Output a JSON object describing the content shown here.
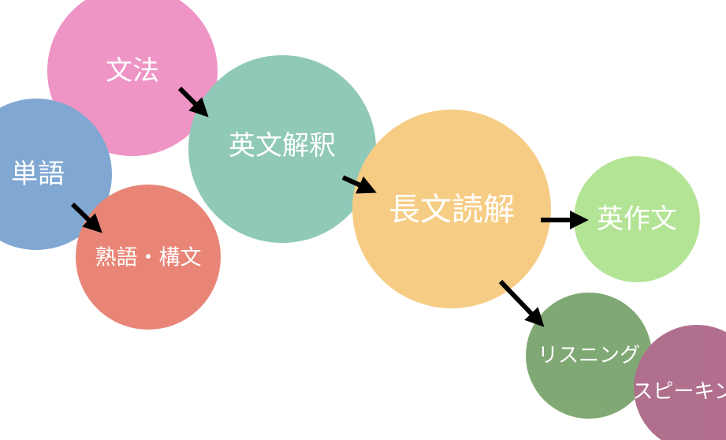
{
  "nodes": {
    "grammar": {
      "label": "文法",
      "color": "#ec83bd"
    },
    "vocabulary": {
      "label": "単語",
      "color": "#6a9acb"
    },
    "idioms": {
      "label": "熟語・構文",
      "color": "#e4705f"
    },
    "interpretation": {
      "label": "英文解釈",
      "color": "#7dc0ab"
    },
    "long_reading": {
      "label": "長文読解",
      "color": "#f5c470"
    },
    "composition": {
      "label": "英作文",
      "color": "#a6e083"
    },
    "listening": {
      "label": "リスニング",
      "color": "#6b9a5c"
    },
    "speaking": {
      "label": "スピーキング",
      "color": "#a35679"
    }
  },
  "arrow_color": "#000000"
}
